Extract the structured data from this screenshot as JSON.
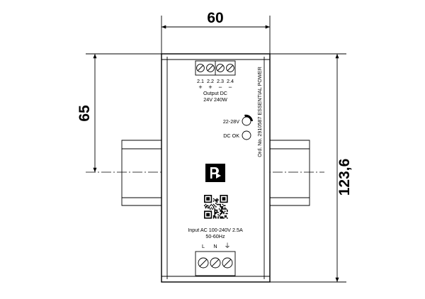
{
  "dimensions": {
    "width": "60",
    "height": "123,6",
    "rail_offset": "65"
  },
  "output": {
    "terminals": [
      "2.1",
      "2.2",
      "2.3",
      "2.4"
    ],
    "polarity": [
      "+",
      "+",
      "−",
      "−"
    ],
    "label": "Output DC",
    "rating": "24V 240W"
  },
  "adjust": {
    "label": "22-28V"
  },
  "status": {
    "label": "DC OK"
  },
  "product": {
    "vertical_text": "Ord. No. 2910587  ESSENTIAL POWER",
    "logo": "phoenix-contact-logo"
  },
  "input": {
    "label": "Input AC 100-240V 2.5A",
    "freq": "50-60Hz",
    "terminals": [
      "L",
      "N",
      "⏚"
    ]
  }
}
